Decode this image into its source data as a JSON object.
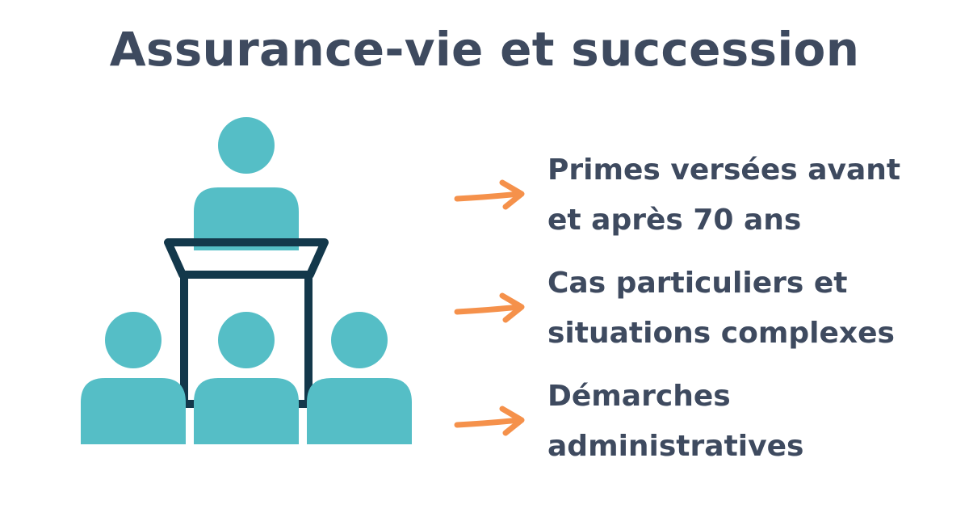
{
  "title": "Assurance-vie et succession",
  "illustration_icon": "speaker-podium-audience-icon",
  "colors": {
    "title_text": "#3e4a5f",
    "people": "#55bec6",
    "podium_outline": "#13384b",
    "arrow": "#f5914b",
    "background": "#ffffff"
  },
  "items": [
    {
      "line1": "Primes versées avant",
      "line2": "et après 70 ans",
      "icon": "arrow-right-icon"
    },
    {
      "line1": "Cas particuliers et",
      "line2": "situations complexes",
      "icon": "arrow-right-icon"
    },
    {
      "line1": "Démarches",
      "line2": "administratives",
      "icon": "arrow-right-icon"
    }
  ]
}
